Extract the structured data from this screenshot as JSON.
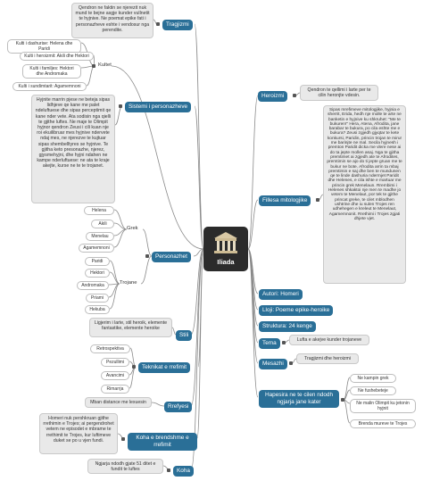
{
  "central": {
    "title": "Iliada"
  },
  "left": {
    "tragjizmi": {
      "label": "Tragjizmi",
      "note": "Qendron ne faktin se njerezit nuk mund te bejne asgje kunder vullnetit te hyjnive. Ne poemat epike fati i personazheve eshte i vendosur nga perendite."
    },
    "kultet": {
      "label": "Kultet",
      "items": [
        "Kulti i dashurise: Helena dhe Paridi",
        "Kulti i heroizmit: Akili dhe Hektori",
        "Kulti i familjes: Hektori dhe Andromaka",
        "Kulti i sundimtarit: Agamemnoni"
      ]
    },
    "sistemi": {
      "label": "Sistemi i personazheve",
      "note": "Hyjnite marrin pjese ne beteja sipas lidhjeve qe kane me palet ndeluftuese dhe sipas perceptimit qe kane nder vete. Ata sodisin nga qielli te gjithe luftes. Ne maje te Olimpit hyjnor qendron Zeusi i cili kuan nje roi ekuilibruar mes hyjnive ndervete ndaj mes, ne njerezve te kujtuar sipas shembelltyres se hyjnive. Te gjitha keto presonazhe, njerez, gjysmehyjni, dhe hyjni ndahen ne kampe nderluftuese: ne ata te kraje akejte, kurse ne te te trojanet."
    },
    "personazhet": {
      "label": "Personazhet",
      "grek": {
        "label": "Grek",
        "items": [
          "Helena",
          "Akili",
          "Menelau",
          "Agamemnoni"
        ]
      },
      "trojane": {
        "label": "Trojane",
        "items": [
          "Paridi",
          "Hektori",
          "Andromaka",
          "Priami",
          "Hekuba"
        ]
      }
    },
    "stili": {
      "label": "Stili",
      "note": "Ligjerim i larte, stil heroik, elemente fantastike, elemente heroike"
    },
    "teknikat": {
      "label": "Teknikat e rrefimit",
      "items": [
        "Retrospektiva",
        "Pezullimi",
        "Avancimi",
        "Rimarrja"
      ]
    },
    "rrefyesi": {
      "label": "Rrefyesi",
      "note": "Mban distance me lexuesin"
    },
    "koha_brendshme": {
      "label": "Koha e brendshme e rrefimit",
      "note": "Homeri nuk pershkruan gjithe rrethimin e Trojes; ai pergendrohet vetem ne episodet e mbrame te rrethimit te Trojes, kur luftimeve duket se po u vjen fundi."
    },
    "koha": {
      "label": "Koha",
      "note": "Ngjarja ndodh gjate 51 ditet e fundit te luftes"
    }
  },
  "right": {
    "heroizmi": {
      "label": "Heroizmi",
      "note": "Qendron te qellimi i larte per te cilin heronjte vdesin."
    },
    "fillesa": {
      "label": "Fillesa mitologjike",
      "note": "Sipas mrefimeve mitologjike, hyjnia e sherrit, Erida, hedh nje molle te arte ne banketin e hyjnive ku shkruhet: \"Me te bukuren!\" Hera, Atena, Afrodita, jane barabar te bukura, po cila eshte me e bukura? Zeusi zgjedh gjyqtar te kete konkursi, Paridin, princin trojan te mirur me barinjte ne mal. Secila hyjnesh i premton Paridit dicka me vlere nese ai do ta jepte mollen asaj. Nga te gjitha premtimet ai zgjedh ate te Afrodites, premtimin se ajo do ti jepte gruan me te bukur ne bote. Afrodita arrin ta mbaj premtimin e saj dhe ben te mundunen qe te linde dashuria ndermjet Paridit dhe Helenes, e cila ishte e martuar me princin grek Menelaun. Rrembimi i Helenes shkaktoi nje men te madhe jo vetem te Menelaut, por tek te gjithe princat greke, te cilet mblodhen ushtrine dhe iu sulen Trojes ren udhehegen e kreleut te Menelaut, Agamemnonit. Rrethimi i Trojes zgjati dhjete vjet."
    },
    "autori": {
      "label": "Autori: Homeri"
    },
    "lloji": {
      "label": "Lloji: Poeme epike-heroike"
    },
    "struktura": {
      "label": "Struktura: 24 kenge"
    },
    "tema": {
      "label": "Tema",
      "note": "Lufta e akejve kunder trojaneve"
    },
    "mesazhi": {
      "label": "Mesazhi",
      "note": "Tragjizmi dhe heroizmi"
    },
    "hapesira": {
      "label": "Hapesira ne te cilen ndodh ngjarja jane kater",
      "items": [
        "Ne kampin grek",
        "Ne fushebeteje",
        "Ne malin Olimpit ku jetonin hyjnit",
        "Brenda mureve te Trojes"
      ]
    }
  },
  "colors": {
    "topic": "#2a6f97",
    "central": "#2b2b2b",
    "note_bg": "#e9e9e9",
    "link": "#8a8a8a"
  }
}
